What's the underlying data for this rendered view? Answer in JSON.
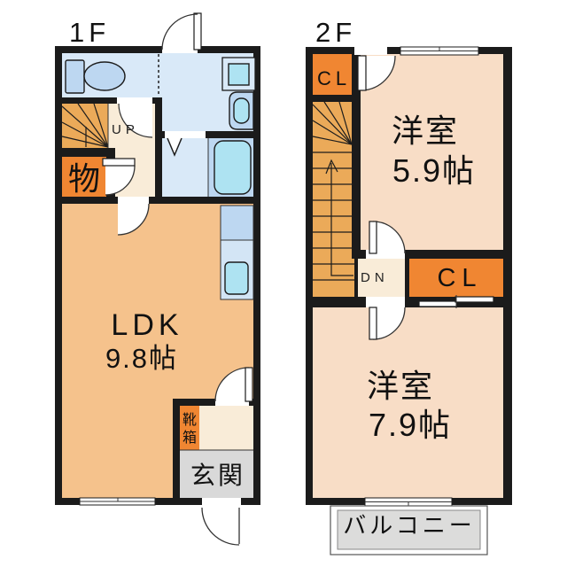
{
  "palette": {
    "wall": "#1b1b1b",
    "orange": "#f08632",
    "tan": "#ebaa59",
    "cream": "#f9ecd8",
    "peach": "#f5c28c",
    "pink": "#f8ddc6",
    "pale_blue": "#d9e9f8",
    "mid_blue": "#bdd7f1",
    "cyan": "#aee3f2",
    "kitchen_blue": "#d3e5f5",
    "gray": "#d9d9d9",
    "balcony_gray": "#dcdcdb"
  },
  "floor1": {
    "label": "1F",
    "ldk": {
      "name": "LDK",
      "size": "9.8帖"
    },
    "storage": "物",
    "stairs_label": "UP",
    "entrance": "玄関",
    "shoebox_chars": [
      "靴",
      "箱"
    ]
  },
  "floor2": {
    "label": "2F",
    "closet_top": "CL",
    "closet_mid": "CL",
    "stairs_label": "DN",
    "room_small": {
      "name": "洋室",
      "size": "5.9帖"
    },
    "room_large": {
      "name": "洋室",
      "size": "7.9帖"
    },
    "balcony": "バルコニー"
  }
}
